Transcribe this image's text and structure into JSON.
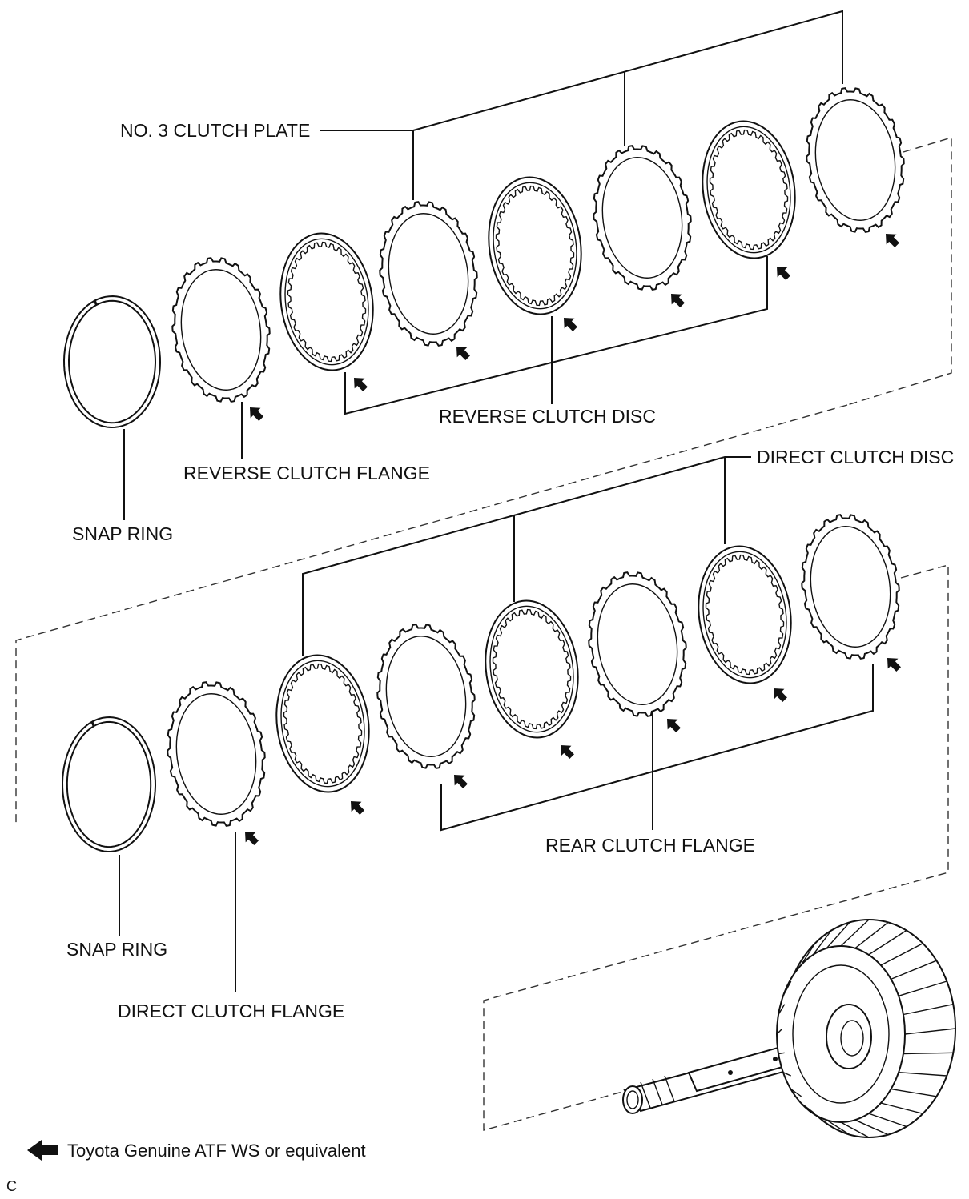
{
  "labels": {
    "no3_clutch_plate": "NO. 3 CLUTCH PLATE",
    "reverse_clutch_disc": "REVERSE CLUTCH DISC",
    "reverse_clutch_flange": "REVERSE CLUTCH FLANGE",
    "snap_ring_upper": "SNAP RING",
    "direct_clutch_disc": "DIRECT CLUTCH DISC",
    "rear_clutch_flange": "REAR CLUTCH FLANGE",
    "snap_ring_lower": "SNAP RING",
    "direct_clutch_flange": "DIRECT CLUTCH FLANGE"
  },
  "legend": {
    "icon": "arrow-left-icon",
    "text": "Toyota Genuine ATF WS or equivalent"
  },
  "figure_code": "C",
  "colors": {
    "line": "#111111",
    "background": "#ffffff"
  }
}
